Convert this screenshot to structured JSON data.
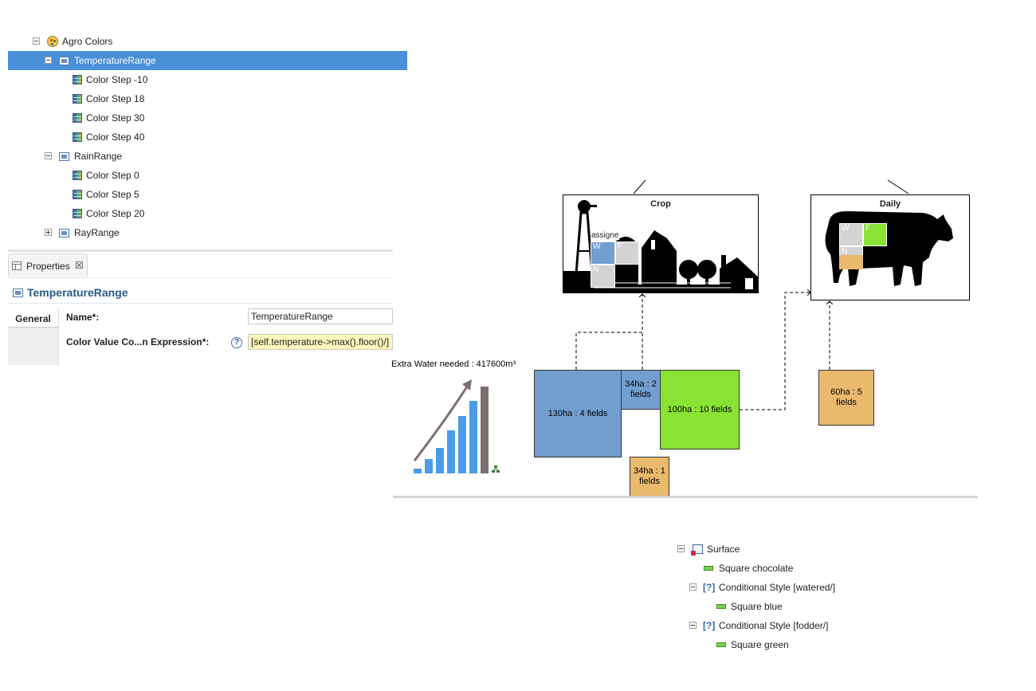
{
  "tree": {
    "root_label": "Agro Colors",
    "items": [
      {
        "label": "TemperatureRange"
      },
      {
        "label": "Color Step -10"
      },
      {
        "label": "Color Step 18"
      },
      {
        "label": "Color Step 30"
      },
      {
        "label": "Color Step 40"
      },
      {
        "label": "RainRange"
      },
      {
        "label": "Color Step 0"
      },
      {
        "label": "Color Step 5"
      },
      {
        "label": "Color Step 20"
      },
      {
        "label": "RayRange"
      }
    ]
  },
  "properties": {
    "tab_label": "Properties",
    "close_glyph": "☒",
    "title": "TemperatureRange",
    "general_tab": "General",
    "name_label": "Name*:",
    "name_value": "TemperatureRange",
    "expr_label": "Color Value Co...n Expression*:",
    "expr_value": "[self.temperature->max().floor()/]",
    "help_glyph": "?"
  },
  "diagram": {
    "crop_title": "Crop",
    "crop_assigned": "assigne",
    "daily_title": "Daily",
    "mini_labels": {
      "w": "W",
      "f": "F",
      "n": "N"
    },
    "water_label": "Extra Water needed : 417600m³",
    "nodes": {
      "n130": "130ha : 4 fields",
      "n34a": "34ha : 2 fields",
      "n100": "100ha : 10 fields",
      "n34b": "34ha : 1 fields",
      "n60": "60ha : 5 fields"
    },
    "colors": {
      "blue": "#729fcf",
      "green": "#8ae234",
      "chocolate": "#e9b96e",
      "grey": "#d3d3d3"
    }
  },
  "style_tree": {
    "surface": "Surface",
    "square_chocolate": "Square chocolate",
    "cond_watered": "Conditional Style [watered/]",
    "square_blue": "Square blue",
    "cond_fodder": "Conditional Style [fodder/]",
    "square_green": "Square green",
    "cond_glyph": "[?]"
  }
}
